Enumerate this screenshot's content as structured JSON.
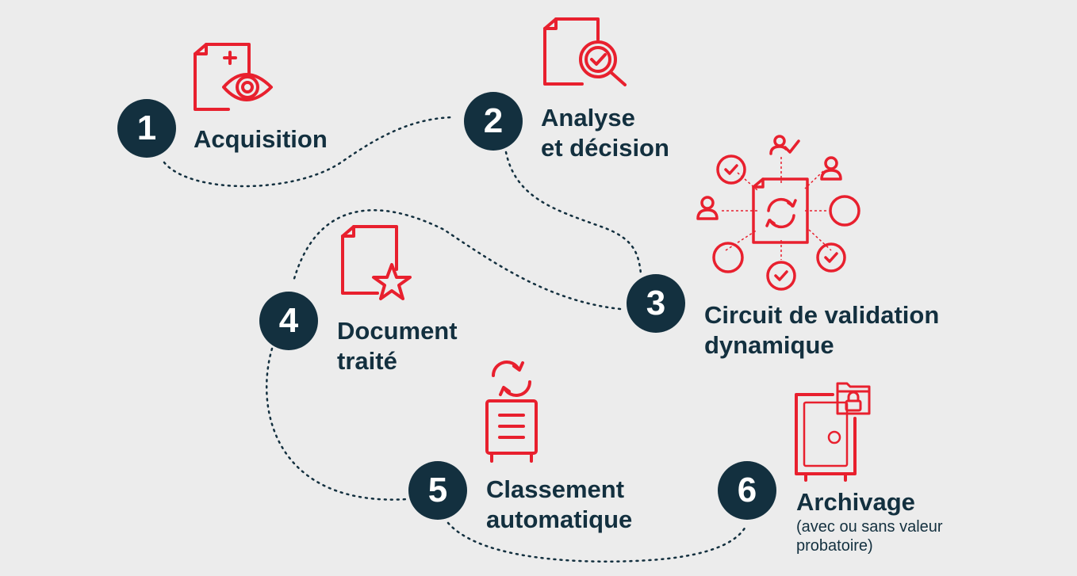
{
  "colors": {
    "accent": "#e8202e",
    "dark": "#13303f",
    "background": "#ececec"
  },
  "steps": [
    {
      "number": "1",
      "lines": [
        "Acquisition"
      ],
      "icon": "document-eye-icon"
    },
    {
      "number": "2",
      "lines": [
        "Analyse",
        "et décision"
      ],
      "icon": "document-search-check-icon"
    },
    {
      "number": "3",
      "lines": [
        "Circuit de validation",
        "dynamique"
      ],
      "icon": "validation-network-icon"
    },
    {
      "number": "4",
      "lines": [
        "Document",
        "traité"
      ],
      "icon": "document-star-icon"
    },
    {
      "number": "5",
      "lines": [
        "Classement",
        "automatique"
      ],
      "icon": "filing-cabinet-sync-icon"
    },
    {
      "number": "6",
      "lines": [
        "Archivage"
      ],
      "sub_lines": [
        "(avec ou sans valeur",
        "probatoire)"
      ],
      "icon": "safe-lock-folder-icon"
    }
  ]
}
